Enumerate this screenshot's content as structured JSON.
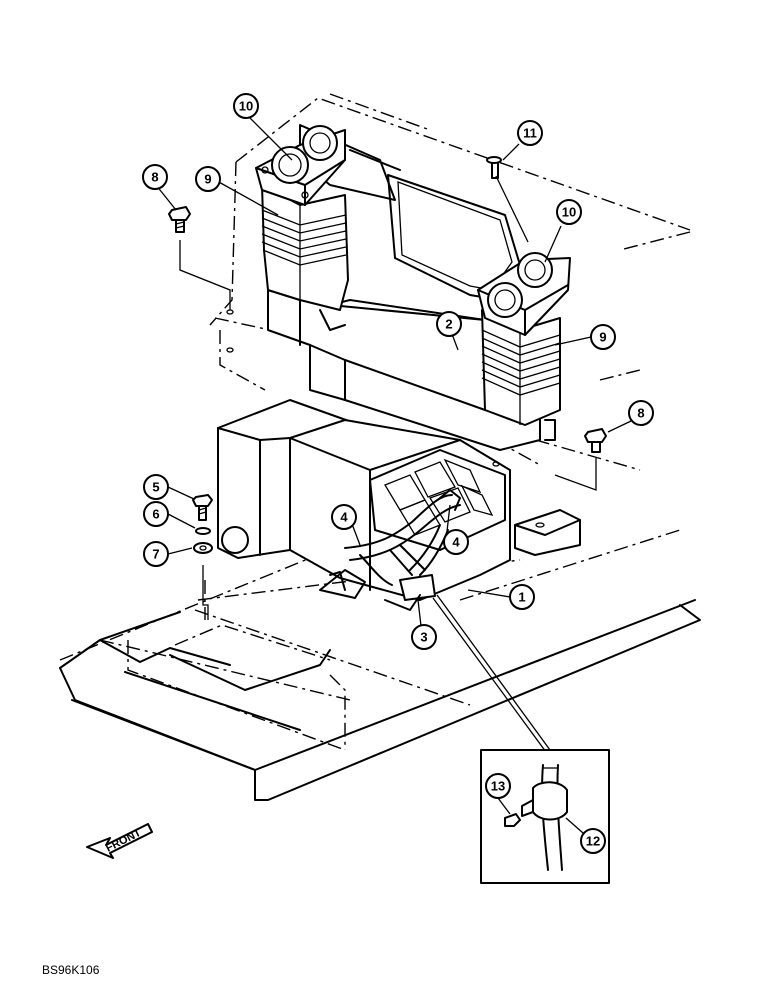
{
  "figure_code": "BS96K106",
  "front_label": "FRONT",
  "callouts": {
    "c1": "1",
    "c2": "2",
    "c3": "3",
    "c4a": "4",
    "c4b": "4",
    "c5": "5",
    "c6": "6",
    "c7": "7",
    "c8a": "8",
    "c8b": "8",
    "c9a": "9",
    "c9b": "9",
    "c10a": "10",
    "c10b": "10",
    "c11": "11",
    "c12": "12",
    "c13": "13"
  }
}
